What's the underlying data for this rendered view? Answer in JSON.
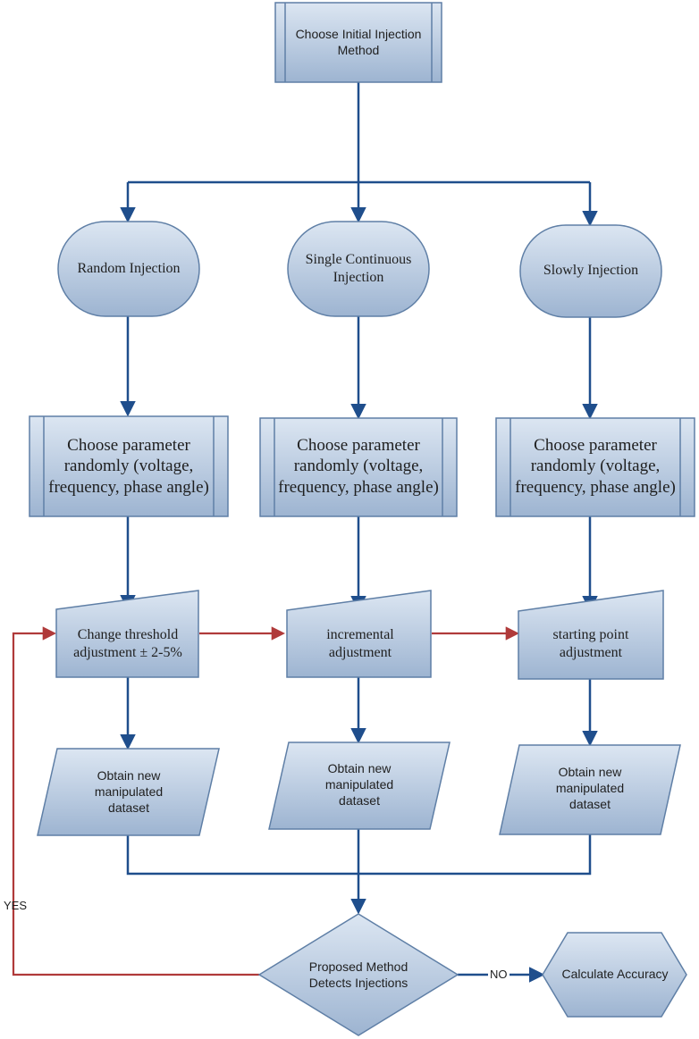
{
  "colors": {
    "node_fill_top": "#dce6f2",
    "node_fill_bottom": "#9db4d1",
    "node_stroke": "#5f7fa6",
    "flow_arrow": "#1f4e8c",
    "loop_arrow": "#b03a3a"
  },
  "nodes": {
    "start": "Choose Initial Injection Method",
    "random": "Random Injection",
    "single": "Single Continuous Injection",
    "slowly": "Slowly Injection",
    "param_left": "Choose parameter randomly (voltage, frequency, phase angle)",
    "param_mid": "Choose parameter randomly (voltage, frequency, phase angle)",
    "param_right": "Choose parameter randomly (voltage, frequency, phase angle)",
    "adj_left": "Change threshold adjustment ± 2-5%",
    "adj_mid": "incremental adjustment",
    "adj_right": "starting point adjustment",
    "data_left": "Obtain new manipulated dataset",
    "data_mid": "Obtain new manipulated dataset",
    "data_right": "Obtain new manipulated dataset",
    "decision": "Proposed Method Detects Injections",
    "accuracy": "Calculate Accuracy"
  },
  "edges": {
    "yes": "YES",
    "no": "NO"
  }
}
